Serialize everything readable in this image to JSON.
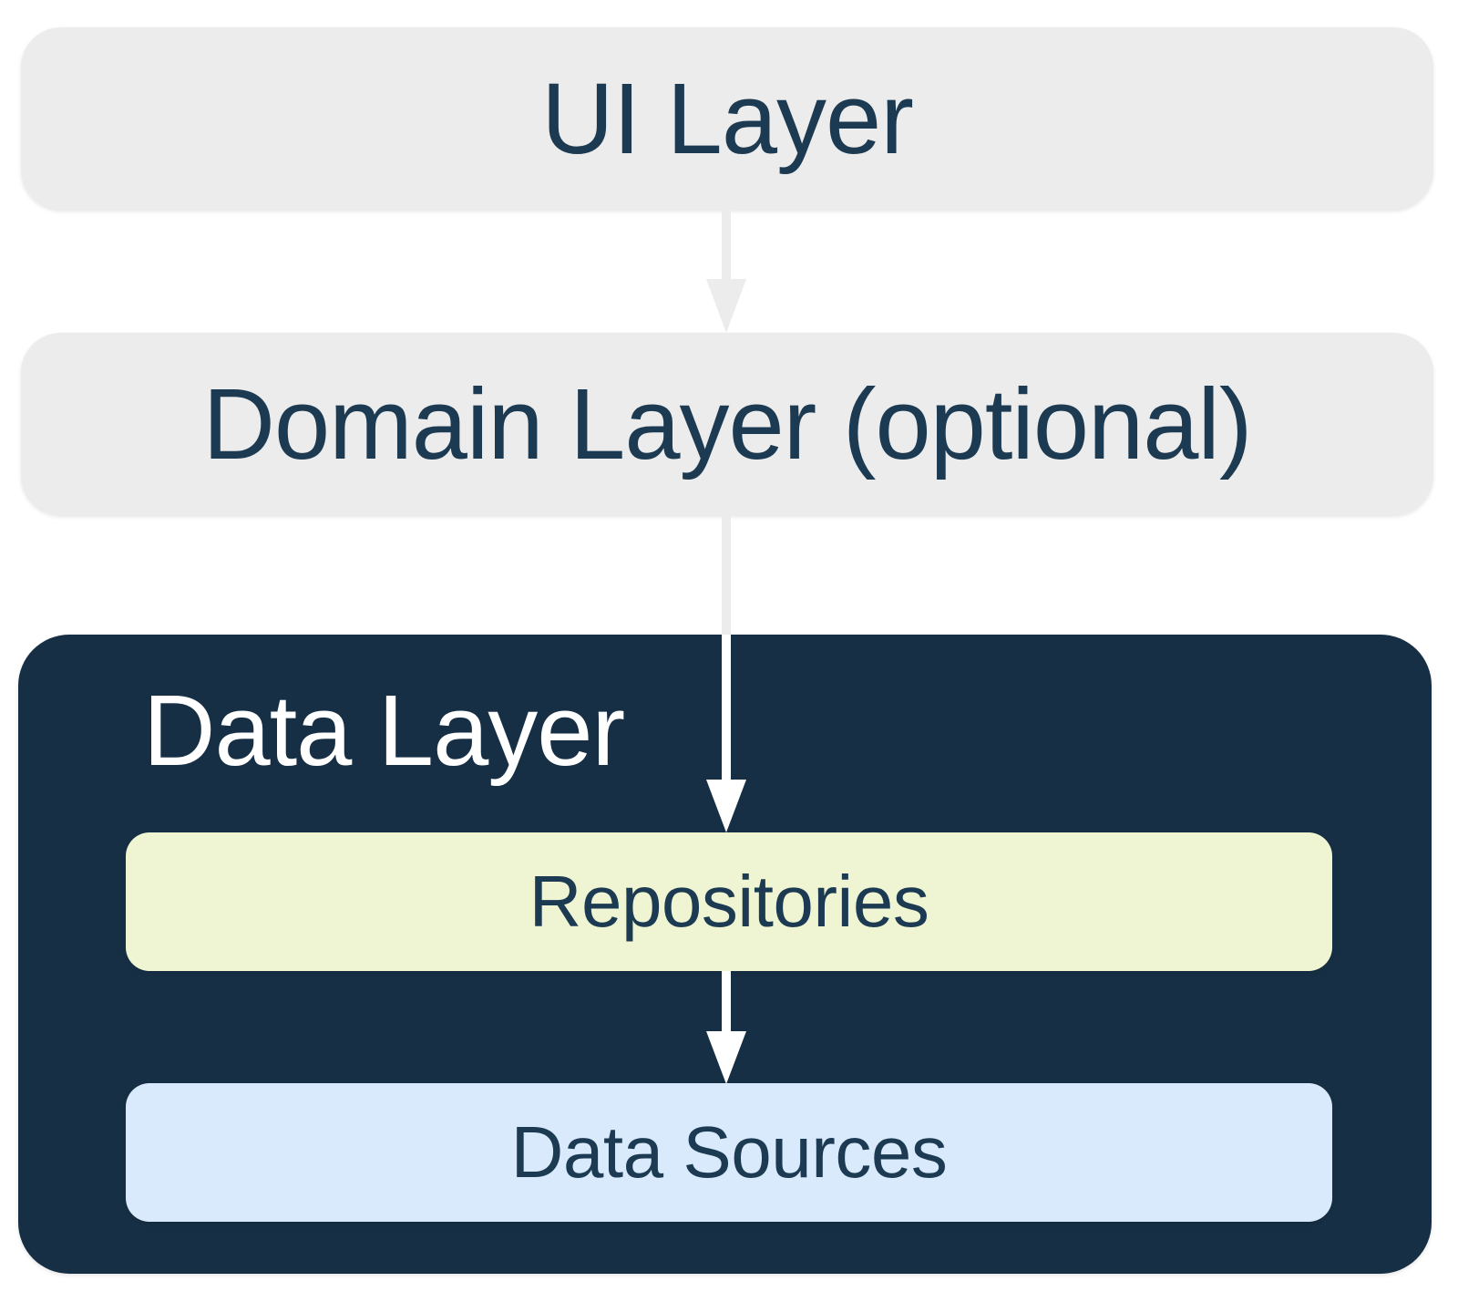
{
  "colors": {
    "background": "#FFFFFF",
    "layer_gray": "#ECECEC",
    "dark_navy": "#172F45",
    "text_navy": "#1C3A52",
    "repositories_green": "#EFF4D2",
    "data_sources_blue": "#D9EAFC",
    "arrow_gray": "#ECECEC",
    "arrow_white": "#FFFFFF"
  },
  "nodes": {
    "ui_layer": {
      "label": "UI Layer"
    },
    "domain_layer": {
      "label": "Domain Layer (optional)"
    },
    "data_layer": {
      "label": "Data Layer"
    },
    "repositories": {
      "label": "Repositories"
    },
    "data_sources": {
      "label": "Data Sources"
    }
  },
  "arrows": [
    {
      "name": "arrow-ui-to-domain",
      "from": "UI Layer",
      "to": "Domain Layer (optional)",
      "color": "#ECECEC"
    },
    {
      "name": "arrow-domain-to-repositories",
      "from": "Domain Layer (optional)",
      "to": "Repositories",
      "color": "#ECECEC/#FFFFFF"
    },
    {
      "name": "arrow-repositories-to-data-sources",
      "from": "Repositories",
      "to": "Data Sources",
      "color": "#FFFFFF"
    }
  ]
}
